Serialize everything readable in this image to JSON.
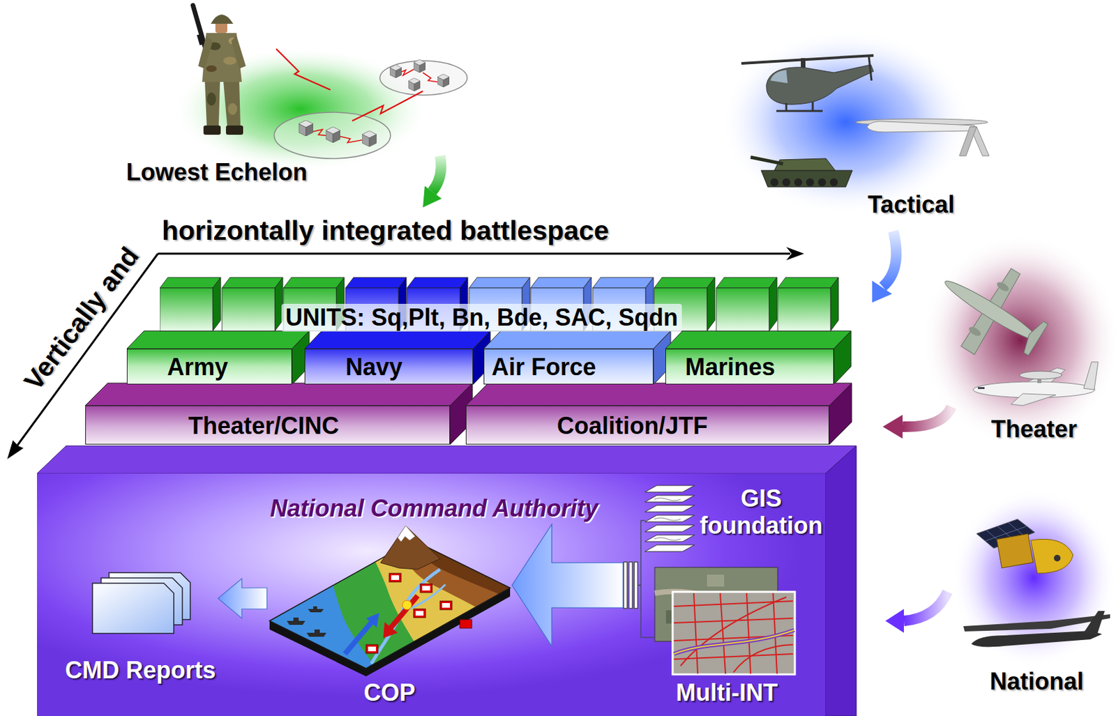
{
  "diagram": {
    "nodes": [
      {
        "text": [
          "UNITS: Sq,Plt, Bn, Bde, SAC, Sqdn"
        ]
      },
      {
        "text": [
          "Army"
        ]
      },
      {
        "text": [
          "Navy"
        ]
      },
      {
        "text": [
          "Air Force"
        ]
      },
      {
        "text": [
          "Marines"
        ]
      },
      {
        "text": [
          "Theater/CINC"
        ]
      },
      {
        "text": [
          "Coalition/JTF"
        ]
      },
      {
        "text": [
          "National Command Authority"
        ]
      },
      {
        "text": [
          "CMD Reports"
        ],
        "in": 7
      },
      {
        "text": [
          "COP"
        ],
        "in": 7
      },
      {
        "text": [
          "GIS foundation"
        ],
        "in": 7
      },
      {
        "text": [
          "Multi-INT"
        ],
        "in": 7
      }
    ],
    "edges": [
      {
        "from": 9,
        "to": 8,
        "arrow": "to"
      },
      {
        "from": 10,
        "to": 9,
        "arrow": "to"
      },
      {
        "from": 11,
        "to": 9,
        "arrow": "to"
      }
    ],
    "labels": [
      "Lowest Echelon",
      "Tactical",
      "horizontally integrated battlespace",
      "Vertically and",
      "Theater",
      "National"
    ]
  }
}
